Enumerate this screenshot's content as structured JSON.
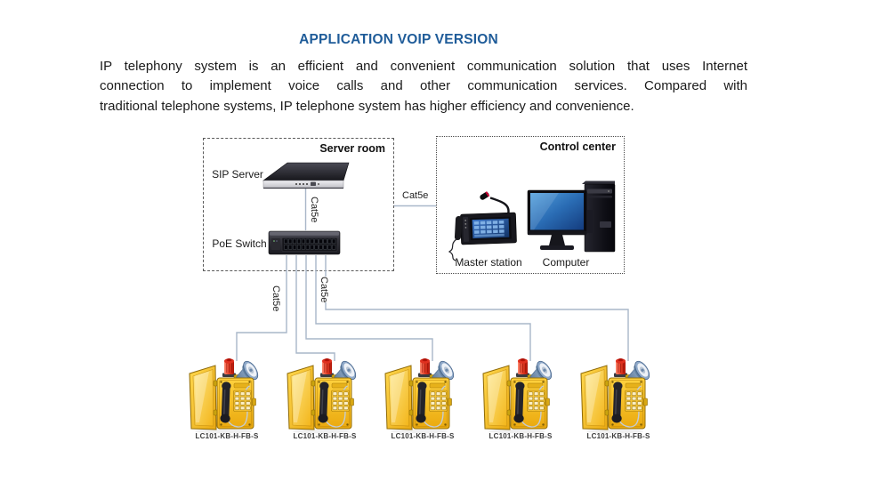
{
  "page": {
    "title": "APPLICATION VOIP VERSION"
  },
  "description": {
    "lines": [
      "IP telephony system is an efficient and convenient communication solution that uses Internet",
      "connection to implement voice calls and other communication services. Compared with",
      "traditional telephone systems, IP telephone system has higher efficiency and convenience."
    ]
  },
  "server_room": {
    "label": "Server room",
    "sip_server_label": "SIP Server",
    "poe_switch_label": "PoE Switch",
    "internal_cable_label": "Cat5e"
  },
  "control_center": {
    "label": "Control center",
    "master_station_label": "Master station",
    "computer_label": "Computer"
  },
  "cables": {
    "backbone_label": "Cat5e",
    "drop1_label": "Cat5e",
    "drop2_label": "Cat5e"
  },
  "phones": [
    {
      "model": "LC101-KB-H-FB-S"
    },
    {
      "model": "LC101-KB-H-FB-S"
    },
    {
      "model": "LC101-KB-H-FB-S"
    },
    {
      "model": "LC101-KB-H-FB-S"
    },
    {
      "model": "LC101-KB-H-FB-S"
    }
  ],
  "colors": {
    "title": "#1F5C99",
    "cable": "#A9B7C9",
    "phone_yellow": "#F6C21F",
    "beacon_red": "#D9342B",
    "horn_blue": "#6C88AA",
    "text": "#1B1B1B"
  }
}
